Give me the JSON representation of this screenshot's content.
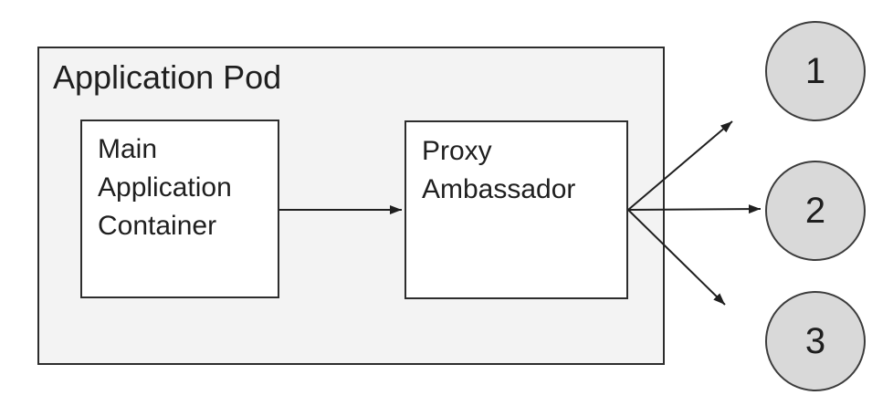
{
  "diagram": {
    "pod": {
      "label": "Application Pod"
    },
    "nodes": [
      {
        "id": "main-application-container",
        "label": "Main Application Container"
      },
      {
        "id": "proxy-ambassador",
        "label": "Proxy Ambassador"
      }
    ],
    "endpoints": [
      {
        "label": "1"
      },
      {
        "label": "2"
      },
      {
        "label": "3"
      }
    ],
    "connections": [
      {
        "from": "main-application-container",
        "to": "proxy-ambassador"
      },
      {
        "from": "proxy-ambassador",
        "to": "1"
      },
      {
        "from": "proxy-ambassador",
        "to": "2"
      },
      {
        "from": "proxy-ambassador",
        "to": "3"
      }
    ],
    "colors": {
      "canvas": "#ffffff",
      "pod_fill": "#f3f3f3",
      "node_fill": "#ffffff",
      "endpoint_fill": "#d9d9d9",
      "stroke": "#2d2d2d",
      "text": "#1f1f1f"
    }
  }
}
